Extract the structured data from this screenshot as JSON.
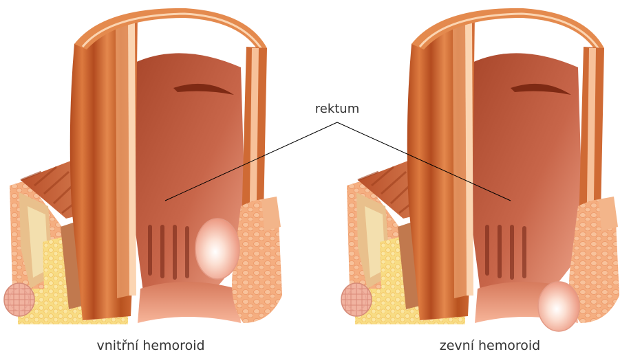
{
  "diagram": {
    "callout_label": "rektum",
    "panels": [
      {
        "caption": "vnitřní hemoroid"
      },
      {
        "caption": "zevní hemoroid"
      }
    ]
  },
  "colors": {
    "muscle_dark": "#a8431b",
    "muscle_mid": "#cc6a33",
    "muscle_light": "#e79a66",
    "wall_pink": "#f2b89a",
    "lumen": "#c5684a",
    "fat_yellow": "#f7d77a",
    "tissue": "#f4ad7f",
    "hemorrhoid": "#fbd3c3",
    "leader_line": "#000000"
  }
}
